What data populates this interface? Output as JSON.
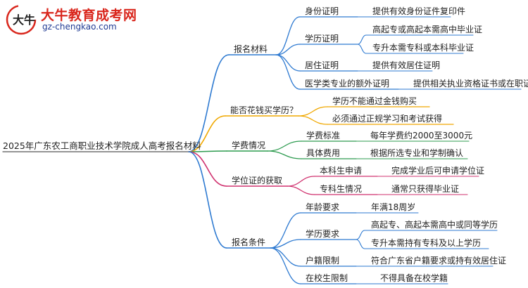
{
  "logo": {
    "name": "大牛教育成考网",
    "url": "gz-chengkao.com",
    "mark_text": "大牛"
  },
  "colors": {
    "branch1": "#2e7ad1",
    "branch2": "#f0a800",
    "branch3": "#2d9b4f",
    "branch4": "#d0326f",
    "branch5": "#2e7ad1",
    "brand_red": "#d9261c",
    "brand_blue": "#1f3a93"
  },
  "root": "2025年广东农工商职业技术学院成人高考报名材料",
  "branches": [
    {
      "label": "报名材料",
      "children": [
        {
          "label": "身份证明",
          "leaves": [
            "提供有效身份证件复印件"
          ]
        },
        {
          "label": "学历证明",
          "leaves": [
            "高起专或高起本需高中毕业证",
            "专升本需专科或本科毕业证"
          ]
        },
        {
          "label": "居住证明",
          "leaves": [
            "提供有效居住证明"
          ]
        },
        {
          "label": "医学类专业的额外证明",
          "leaves": [
            "提供相关执业资格证书或在职证明"
          ]
        }
      ]
    },
    {
      "label": "能否花钱买学历？",
      "children": [
        {
          "label": "学历不能通过金钱购买",
          "leaves": []
        },
        {
          "label": "必须通过正规学习和考试获得",
          "leaves": []
        }
      ]
    },
    {
      "label": "学费情况",
      "children": [
        {
          "label": "学费标准",
          "leaves": [
            "每年学费约2000至3000元"
          ]
        },
        {
          "label": "具体费用",
          "leaves": [
            "根据所选专业和学制确认"
          ]
        }
      ]
    },
    {
      "label": "学位证的获取",
      "children": [
        {
          "label": "本科生申请",
          "leaves": [
            "完成学业后可申请学位证"
          ]
        },
        {
          "label": "专科生情况",
          "leaves": [
            "通常只获得毕业证"
          ]
        }
      ]
    },
    {
      "label": "报名条件",
      "children": [
        {
          "label": "年龄要求",
          "leaves": [
            "年满18周岁"
          ]
        },
        {
          "label": "学历要求",
          "leaves": [
            "高起专、高起本需高中或同等学历",
            "专升本需持有专科及以上学历"
          ]
        },
        {
          "label": "户籍限制",
          "leaves": [
            "符合广东省户籍要求或持有效居住证"
          ]
        },
        {
          "label": "在校生限制",
          "leaves": [
            "不得具备在校学籍"
          ]
        }
      ]
    }
  ]
}
